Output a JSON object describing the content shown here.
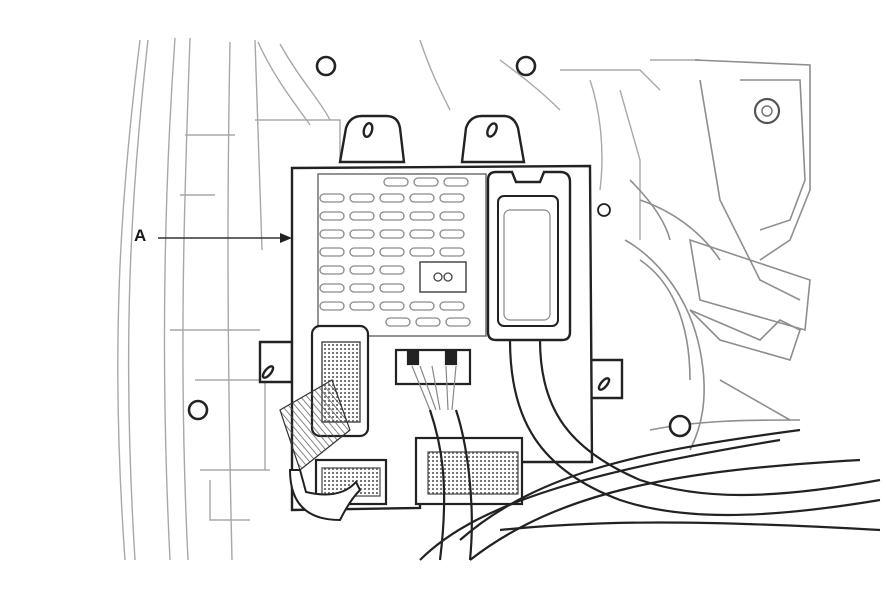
{
  "figure": {
    "type": "technical-line-drawing",
    "subject": "junction box with fuse panel and wiring harness connectors",
    "stroke_color": "#222222",
    "faint_stroke_color": "#9a9a9a",
    "background": "#ffffff"
  },
  "callouts": [
    {
      "label": "A",
      "target": "junction-box-left-edge"
    }
  ],
  "fuse_grid": {
    "rows": 8,
    "cols": 5
  }
}
